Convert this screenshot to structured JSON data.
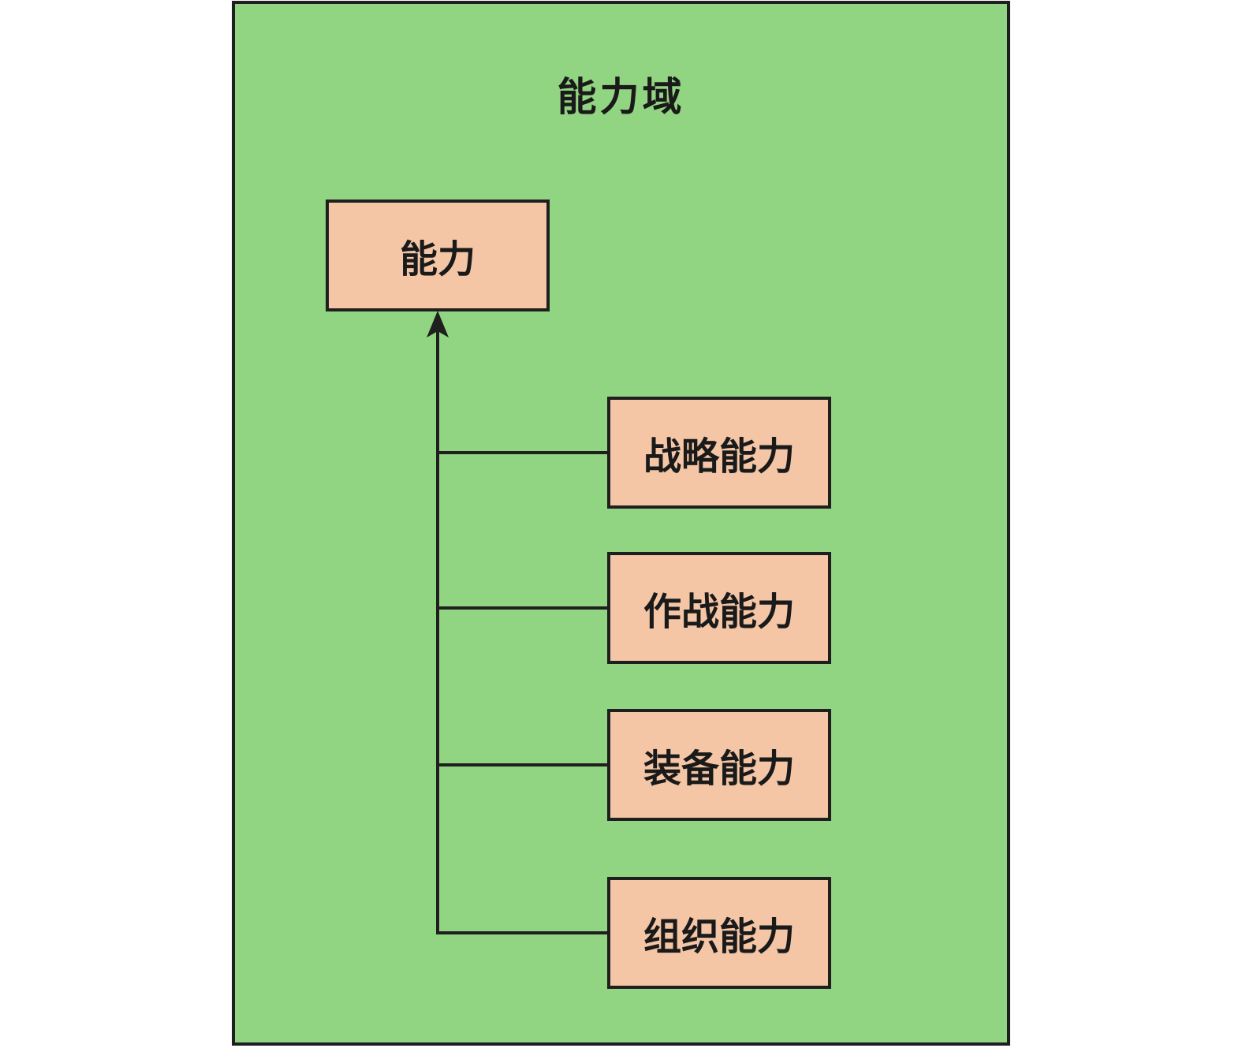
{
  "diagram": {
    "domain_label": "能力域",
    "parent_node": {
      "label": "能力"
    },
    "child_nodes": [
      {
        "label": "战略能力"
      },
      {
        "label": "作战能力"
      },
      {
        "label": "装备能力"
      },
      {
        "label": "组织能力"
      }
    ],
    "colors": {
      "domain_fill": "#91D481",
      "node_fill": "#F4C6A6",
      "line": "#1F1F1F",
      "text": "#1A1A1A",
      "page_background": "#FFFFFF"
    }
  }
}
